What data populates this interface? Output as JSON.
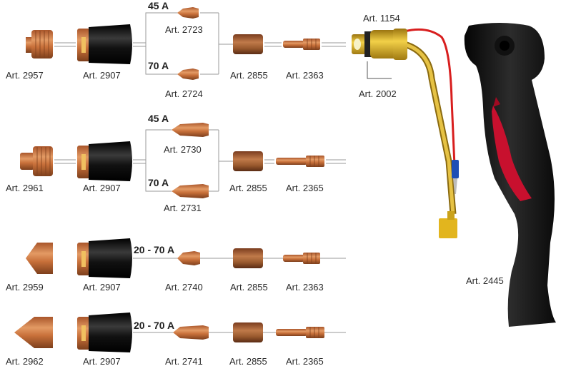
{
  "rows": [
    {
      "electrode_top": {
        "art": "Art. 2723",
        "amp": "45 A"
      },
      "electrode_bottom": {
        "art": "Art. 2724",
        "amp": "70 A"
      },
      "shield": "Art. 2957",
      "nozzle": "Art. 2907",
      "diffuser": "Art. 2855",
      "tip": "Art. 2363"
    },
    {
      "electrode_top": {
        "art": "Art. 2730",
        "amp": "45 A"
      },
      "electrode_bottom": {
        "art": "Art. 2731",
        "amp": "70 A"
      },
      "shield": "Art. 2961",
      "nozzle": "Art. 2907",
      "diffuser": "Art. 2855",
      "tip": "Art. 2365"
    },
    {
      "electrode": {
        "art": "Art. 2740",
        "amp": "20 - 70 A"
      },
      "shield": "Art. 2959",
      "nozzle": "Art. 2907",
      "diffuser": "Art. 2855",
      "tip": "Art. 2363"
    },
    {
      "electrode": {
        "art": "Art. 2741",
        "amp": "20 - 70 A"
      },
      "shield": "Art. 2962",
      "nozzle": "Art. 2907",
      "diffuser": "Art. 2855",
      "tip": "Art. 2365"
    }
  ],
  "torch": {
    "head": "Art. 1154",
    "oring": "Art. 2002",
    "handle": "Art. 2445"
  },
  "colors": {
    "copper": "#c8703a",
    "copper_dark": "#8a4a22",
    "brass": "#d8a820",
    "handle_black": "#1a1a1a",
    "trigger_red": "#c8102e",
    "wire_red": "#d81e1e",
    "wire_blue": "#1f4fb5"
  }
}
